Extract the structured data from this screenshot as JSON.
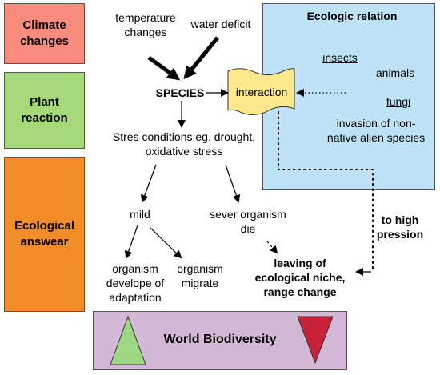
{
  "side_labels": {
    "climate": "Climate changes",
    "plant": "Plant reaction",
    "ecological": "Ecological answear"
  },
  "drivers": {
    "temperature": "temperature changes",
    "water": "water deficit"
  },
  "species": "SPECIES",
  "interaction": "interaction",
  "ecologic_relation": {
    "title": "Ecologic relation",
    "insects": "insects",
    "animals": "animals",
    "fungi": "fungi",
    "invasion": "invasion of non-native alien species"
  },
  "stress": "Stres conditions eg. drought, oxidative stress",
  "mild": "mild",
  "sever": "sever organism die",
  "adaptation": "organism develope of adaptation",
  "migrate": "organism migrate",
  "leaving": "leaving of ecological niche, range change",
  "high_pression": "to high pression",
  "biodiversity": "World Biodiversity",
  "colors": {
    "climate_bg": "#fa8c7e",
    "plant_bg": "#a6d97a",
    "ecological_bg": "#f28c28",
    "ecologic_bg": "#bfe3f6",
    "interaction_bg": "#fde88c",
    "biodiversity_bg": "#d4b9d6",
    "up_triangle": "#9fd884",
    "down_triangle": "#c8223a"
  }
}
